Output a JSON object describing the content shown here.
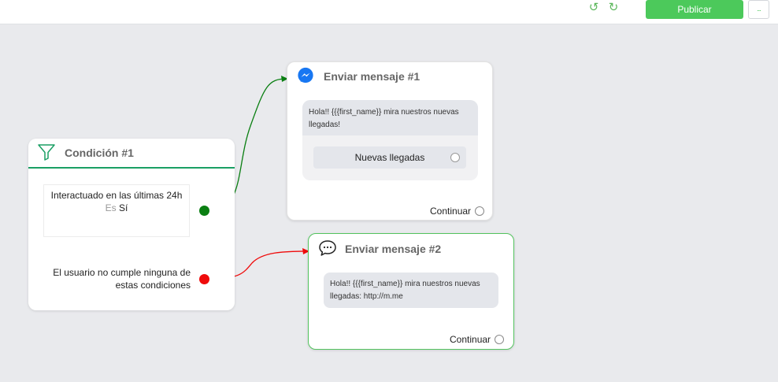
{
  "toolbar": {
    "undo_icon": "undo-icon",
    "redo_icon": "redo-icon",
    "publish_label": "Publicar",
    "more_label": "..."
  },
  "condition_node": {
    "title": "Condición #1",
    "icon": "funnel-icon",
    "rule": {
      "text": "Interactuado en las últimas 24h",
      "operator": "Es",
      "value": "Sí"
    },
    "else_text": "El usuario no cumple ninguna de estas condiciones"
  },
  "message_node_1": {
    "title": "Enviar mensaje #1",
    "icon": "messenger-icon",
    "text": "Hola!! {{{first_name}} mira nuestros nuevas llegadas!",
    "quick_reply": "Nuevas llegadas",
    "continue_label": "Continuar"
  },
  "message_node_2": {
    "title": "Enviar mensaje #2",
    "icon": "chat-bubble-icon",
    "text": "Hola!! {{{first_name}} mira nuestros nuevas llegadas: http://m.me",
    "continue_label": "Continuar"
  },
  "colors": {
    "accent": "#4cc95b",
    "condition_border": "#1a9f64",
    "true_link": "#0a7f12",
    "false_link": "#ef0b0b",
    "messenger": "#1877f2"
  }
}
